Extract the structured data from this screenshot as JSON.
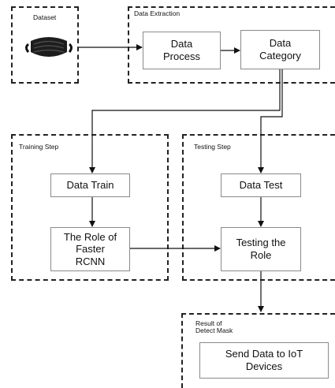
{
  "groups": {
    "dataset": "Dataset",
    "extraction": "Data Extraction",
    "training": "Training Step",
    "testing": "Testing Step",
    "result": "Result of\nDetect Mask"
  },
  "nodes": {
    "data_process": "Data\nProcess",
    "data_category": "Data\nCategory",
    "data_train": "Data Train",
    "role_faster_rcnn": "The Role of\nFaster\nRCNN",
    "data_test": "Data Test",
    "testing_role": "Testing the\nRole",
    "send_iot": "Send Data to IoT\nDevices"
  },
  "icons": {
    "dataset_image": "face-mask-icon"
  }
}
